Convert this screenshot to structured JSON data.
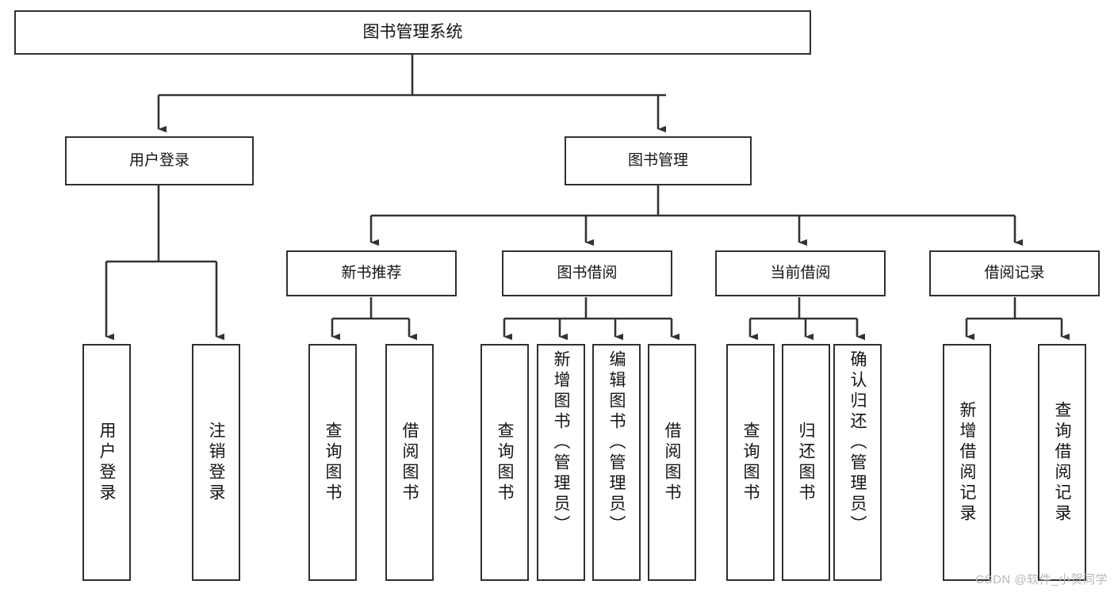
{
  "diagram": {
    "type": "tree-hierarchy",
    "title": "图书管理系统",
    "watermark": "CSDN @软件_小贺同学",
    "colors": {
      "box_border": "#30302f",
      "box_fill": "#ffffff",
      "connector": "#333333",
      "text": "#141414",
      "watermark": "#b8b8b8",
      "background": "#ffffff"
    },
    "levels": {
      "root": {
        "label": "图书管理系统"
      },
      "level1": [
        {
          "label": "用户登录"
        },
        {
          "label": "图书管理"
        }
      ],
      "level2": [
        {
          "label": "新书推荐"
        },
        {
          "label": "图书借阅"
        },
        {
          "label": "当前借阅"
        },
        {
          "label": "借阅记录"
        }
      ]
    },
    "leaves": {
      "user_login": [
        {
          "label": "用户登录"
        },
        {
          "label": "注销登录"
        }
      ],
      "new_book_recommend": [
        {
          "label": "查询图书"
        },
        {
          "label": "借阅图书"
        }
      ],
      "book_borrow": [
        {
          "label": "查询图书"
        },
        {
          "label": "新增图书（管理员）"
        },
        {
          "label": "编辑图书（管理员）"
        },
        {
          "label": "借阅图书"
        }
      ],
      "current_borrow": [
        {
          "label": "查询图书"
        },
        {
          "label": "归还图书"
        },
        {
          "label": "确认归还（管理员）"
        }
      ],
      "borrow_record": [
        {
          "label": "新增借阅记录"
        },
        {
          "label": "查询借阅记录"
        }
      ]
    }
  }
}
